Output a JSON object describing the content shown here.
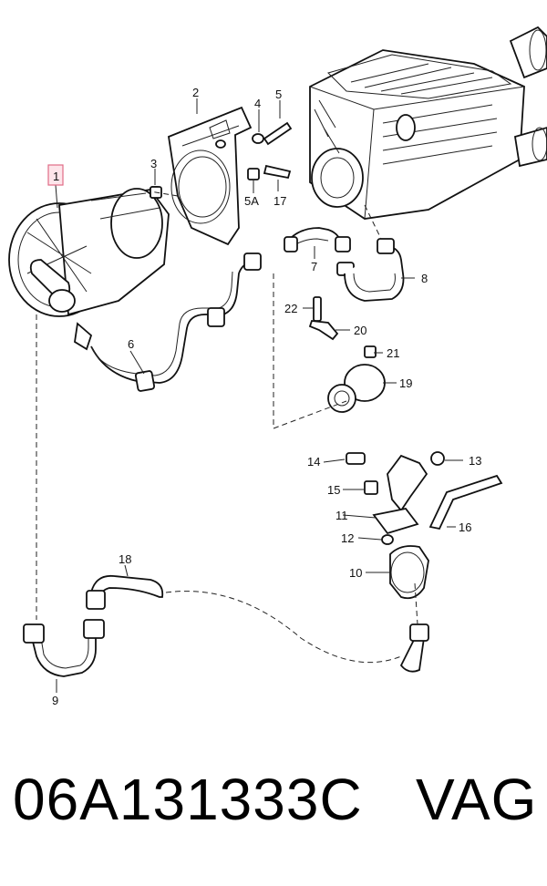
{
  "diagram": {
    "callouts": [
      {
        "id": "c1",
        "text": "1",
        "highlighted": true
      },
      {
        "id": "c2",
        "text": "2"
      },
      {
        "id": "c3",
        "text": "3"
      },
      {
        "id": "c4",
        "text": "4"
      },
      {
        "id": "c5",
        "text": "5"
      },
      {
        "id": "c5a",
        "text": "5A"
      },
      {
        "id": "c6",
        "text": "6"
      },
      {
        "id": "c7",
        "text": "7"
      },
      {
        "id": "c8",
        "text": "8"
      },
      {
        "id": "c9",
        "text": "9"
      },
      {
        "id": "c10",
        "text": "10"
      },
      {
        "id": "c11",
        "text": "11"
      },
      {
        "id": "c12",
        "text": "12"
      },
      {
        "id": "c13",
        "text": "13"
      },
      {
        "id": "c14",
        "text": "14"
      },
      {
        "id": "c15",
        "text": "15"
      },
      {
        "id": "c16",
        "text": "16"
      },
      {
        "id": "c17",
        "text": "17"
      },
      {
        "id": "c18",
        "text": "18"
      },
      {
        "id": "c19",
        "text": "19"
      },
      {
        "id": "c20",
        "text": "20"
      },
      {
        "id": "c21",
        "text": "21"
      },
      {
        "id": "c22",
        "text": "22"
      }
    ],
    "highlight_color": "#e06b86"
  },
  "caption": {
    "part_number": "06A131333C",
    "brand": "VAG"
  }
}
